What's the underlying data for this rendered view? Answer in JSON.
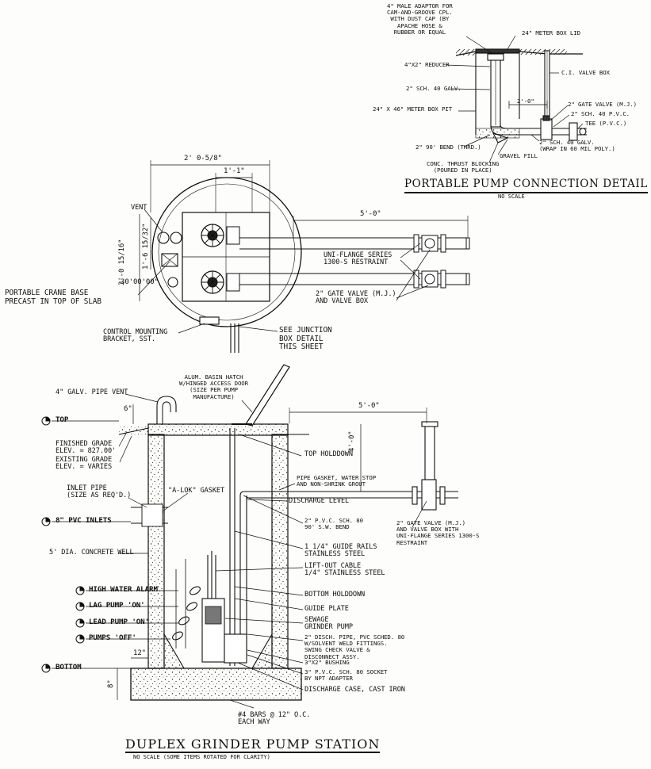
{
  "portable_detail": {
    "title": "PORTABLE PUMP CONNECTION DETAIL",
    "subtitle": "NO SCALE",
    "labels": {
      "male_adaptor": "4\" MALE ADAPTOR FOR\nCAM-AND-GROOVE CPL.\nWITH DUST CAP (BY\nAPACHE HOSE &\nRUBBER OR EQUAL",
      "meter_box_lid": "24\" METER BOX LID",
      "reducer": "4\"X2\" REDUCER",
      "galv_40": "2\" SCH. 40 GALV.",
      "ci_valve_box": "C.I. VALVE BOX",
      "meter_box_pit": "24\" x 46\" METER BOX PIT",
      "dim_2_0": "2'-0\"",
      "gate_valve_mj": "2\" GATE VALVE (M.J.)",
      "pvc_40": "2\" SCH. 40 P.V.C.",
      "tee_pvc": "TEE (P.V.C.)",
      "bend_90": "2\" 90' BEND (THRD.)",
      "galv_wrap": "2\" SCH. 40 GALV.\n(WRAP IN 60 MIL POLY.)",
      "thrust_block": "CONC. THRUST BLOCKING\n(POURED IN PLACE)",
      "gravel_fill": "GRAVEL FILL"
    }
  },
  "plan_view": {
    "dims": {
      "d_2_0_58": "2' 0-5/8\"",
      "d_1_1": "1'-1\"",
      "d_1_6": "1'-6 15/32\"",
      "d_3_0": "3'-0 15/16\"",
      "d_5_0": "5'-0\"",
      "angle_30": "30'00'00\""
    },
    "labels": {
      "vent": "VENT",
      "uni_flange": "UNI-FLANGE SERIES\n1300-S RESTRAINT",
      "gate_valve_box": "2\" GATE VALVE (M.J.)\nAND VALVE BOX",
      "crane_base": "PORTABLE CRANE BASE\nPRECAST IN TOP OF SLAB",
      "control_bracket": "CONTROL MOUNTING\nBRACKET, SST.",
      "junction_box": "SEE JUNCTION\nBOX DETAIL\nTHIS SHEET"
    }
  },
  "section": {
    "title": "DUPLEX GRINDER PUMP STATION",
    "subtitle": "NO SCALE (SOME ITEMS ROTATED FOR CLARITY)",
    "elevations": {
      "top": "TOP",
      "pvc_inlets": "8\" PVC INLETS",
      "high_water": "HIGH WATER ALARM",
      "lag_pump": "LAG PUMP 'ON'",
      "lead_pump": "LEAD PUMP 'ON'",
      "pumps_off": "PUMPS 'OFF'",
      "bottom": "BOTTOM"
    },
    "dims": {
      "d_6": "6\"",
      "d_5_0": "5'-0\"",
      "d_4_0": "4'-0\"",
      "d_12": "12\"",
      "d_8": "8\""
    },
    "labels": {
      "basin_hatch": "ALUM. BASIN HATCH\nW/HINGED ACCESS DOOR\n(SIZE PER PUMP\nMANUFACTURE)",
      "pipe_vent": "4\" GALV. PIPE VENT",
      "finished_grade": "FINISHED GRADE\nELEV. = 827.00'",
      "existing_grade": "EXISTING GRADE\nELEV. = VARIES",
      "inlet_pipe": "INLET PIPE\n(SIZE AS REQ'D.)",
      "a_lok": "\"A-LOK\" GASKET",
      "concrete_well": "5' DIA. CONCRETE WELL",
      "top_holddown": "TOP HOLDDOWN",
      "pipe_gasket": "PIPE GASKET, WATER STOP\nAND NON-SHRINK GROUT",
      "discharge_level": "DISCHARGE LEVEL",
      "pvc_80_bend": "2\" P.V.C. SCH. 80\n90' S.W. BEND",
      "gate_valve_uni": "2\" GATE VALVE (M.J.)\nAND VALVE BOX WITH\nUNI-FLANGE SERIES 1300-S\nRESTRAINT",
      "guide_rails": "1 1/4\" GUIDE RAILS\nSTAINLESS STEEL",
      "lift_out_cable": "LIFT-OUT CABLE\n1/4\" STAINLESS STEEL",
      "bottom_holddown": "BOTTOM HOLDDOWN",
      "guide_plate": "GUIDE PLATE",
      "sewage_pump": "SEWAGE\nGRINDER PUMP",
      "disch_pipe": "2\" DISCH. PIPE, PVC SCHED. 80\nW/SOLVENT WELD FITTINGS.\nSWING CHECK VALVE &\nDISCONNECT ASSY.",
      "bushing": "3\"x2\" BUSHING",
      "socket": "3\" P.V.C. SCH. 80 SOCKET\nBY NPT ADAPTER",
      "discharge_case": "DISCHARGE CASE, CAST IRON",
      "bars": "#4 BARS @ 12\" O.C.\nEACH WAY"
    }
  }
}
